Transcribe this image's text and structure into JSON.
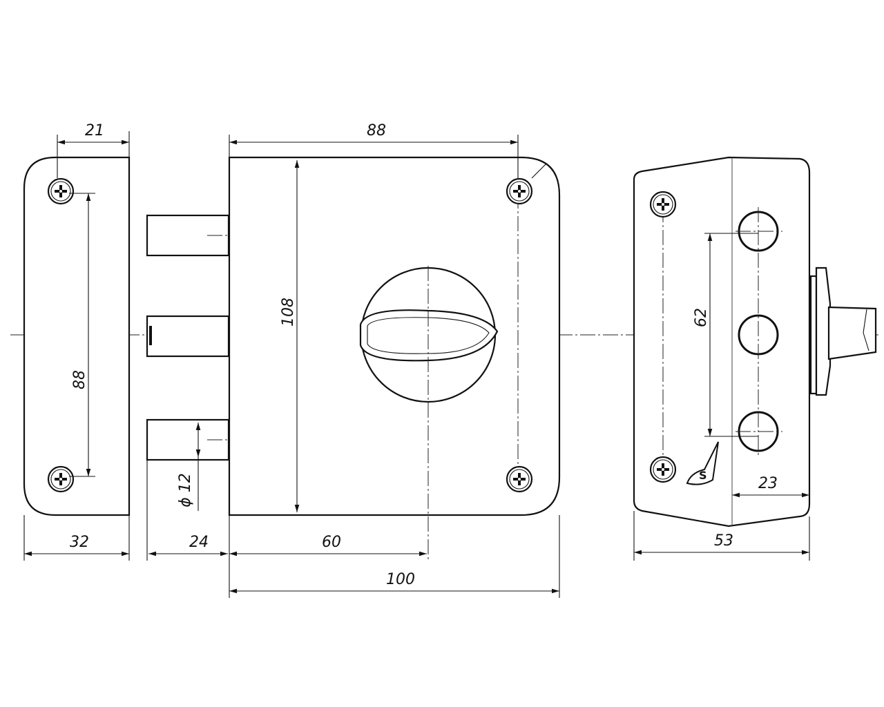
{
  "title": "Rim lock technical drawing",
  "dimensions": {
    "plate_screw_offset": "21",
    "plate_screw_spacing": "88",
    "plate_width": "32",
    "bolt_projection": "24",
    "bolt_diameter": "ϕ 12",
    "body_screw_spacing": "88",
    "body_height": "108",
    "backset": "60",
    "body_width": "100",
    "bolt_spacing": "62",
    "knob_offset": "23",
    "body_depth": "53"
  },
  "logo_text": "S"
}
